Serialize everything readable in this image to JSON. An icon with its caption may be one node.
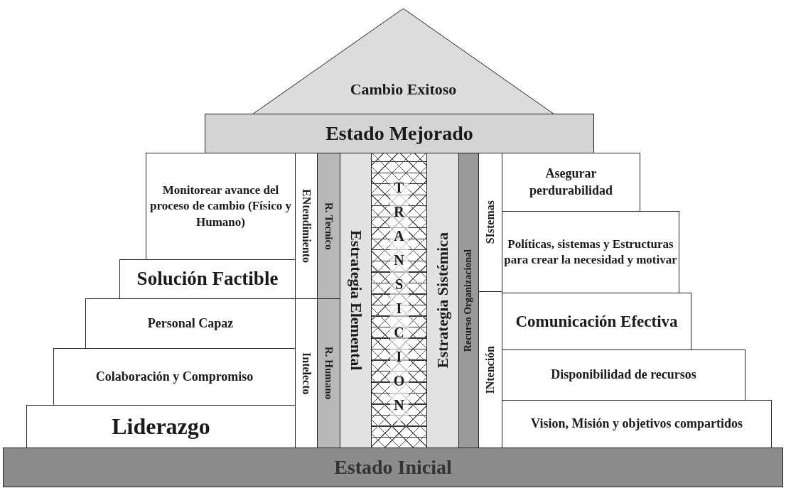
{
  "diagram": {
    "nodes": [
      {
        "text": [
          "Cambio Exitoso"
        ]
      },
      {
        "text": [
          "Estado Mejorado"
        ]
      },
      {
        "text": [
          "Monitorear avance del proceso de cambio (Físico y Humano)"
        ]
      },
      {
        "text": [
          "ENtendimiento"
        ]
      },
      {
        "text": [
          "R. Tecnico"
        ]
      },
      {
        "text": [
          "Estrategia Elemental"
        ]
      },
      {
        "text": [
          "TRANSICION"
        ]
      },
      {
        "text": [
          "Estrategia Sistémica"
        ]
      },
      {
        "text": [
          "Recurso Organizacional"
        ]
      },
      {
        "text": [
          "SIstemas"
        ]
      },
      {
        "text": [
          "Asegurar perdurabilidad"
        ]
      },
      {
        "text": [
          "Políticas, sistemas y Estructuras para crear la necesidad y motivar"
        ]
      },
      {
        "text": [
          "Solución Factible"
        ]
      },
      {
        "text": [
          "Comunicación Efectiva"
        ]
      },
      {
        "text": [
          "Personal Capaz"
        ]
      },
      {
        "text": [
          "Intelecto"
        ]
      },
      {
        "text": [
          "R. Humano"
        ]
      },
      {
        "text": [
          "Colaboración y Compromiso"
        ]
      },
      {
        "text": [
          "Disponibilidad de recursos"
        ]
      },
      {
        "text": [
          "INtención"
        ]
      },
      {
        "text": [
          "Liderazgo"
        ]
      },
      {
        "text": [
          "Vision, Misión y objetivos compartidos"
        ]
      },
      {
        "text": [
          "Estado Inicial"
        ]
      }
    ]
  }
}
